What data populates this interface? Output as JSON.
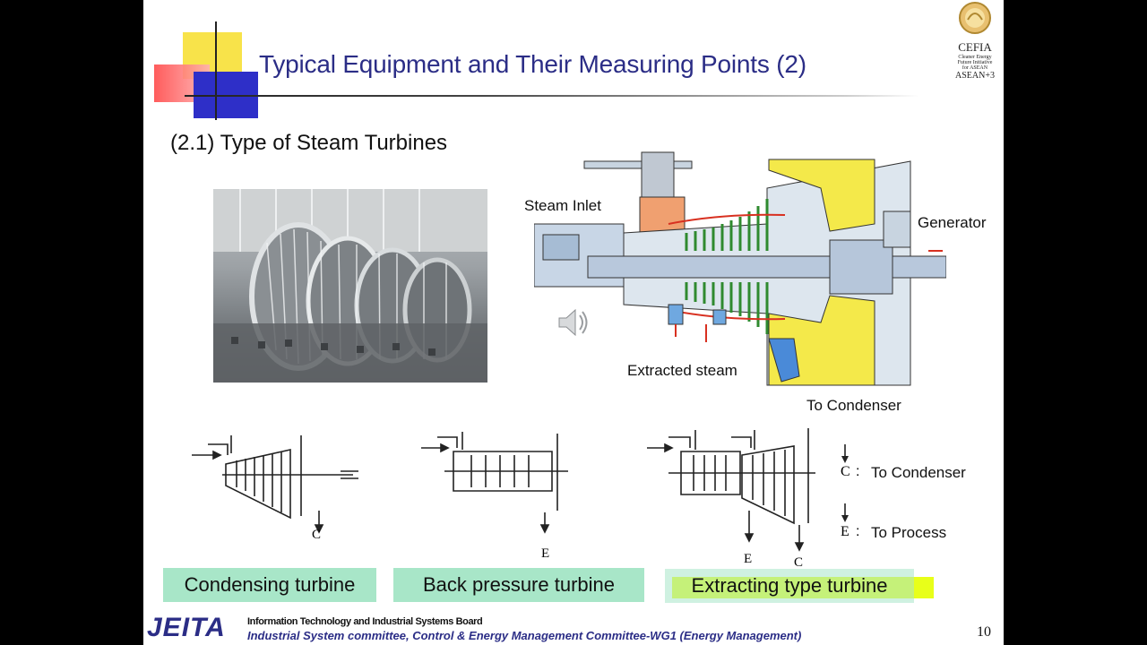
{
  "slide": {
    "title": "Typical Equipment and Their Measuring Points (2)",
    "subtitle": "(2.1) Type of Steam Turbines",
    "page_number": "10"
  },
  "logo": {
    "name": "CEFIA",
    "tagline": [
      "Cleaner Energy",
      "Future Initiative",
      "for ASEAN"
    ],
    "region": "ASEAN+3"
  },
  "cutaway": {
    "labels": {
      "steam_inlet": "Steam Inlet",
      "generator": "Generator",
      "extracted_steam": "Extracted steam",
      "to_condenser": "To Condenser"
    }
  },
  "diagrams": {
    "c_letter": "C",
    "e_letter": "E"
  },
  "legend": {
    "c_label": "C",
    "c_text": "To Condenser",
    "e_label": "E",
    "e_text": "To Process"
  },
  "turbine_types": [
    "Condensing turbine",
    "Back pressure turbine",
    "Extracting type turbine"
  ],
  "footer": {
    "brand": "JEITA",
    "line1": "Information Technology and Industrial Systems Board",
    "line2": "Industrial System committee, Control & Energy Management Committee-WG1 (Energy Management)"
  },
  "colors": {
    "title": "#2b2d86",
    "type_box": "#a8e6c8",
    "highlight": "#e6ff00",
    "turbine_yellow": "#f4e94a"
  }
}
